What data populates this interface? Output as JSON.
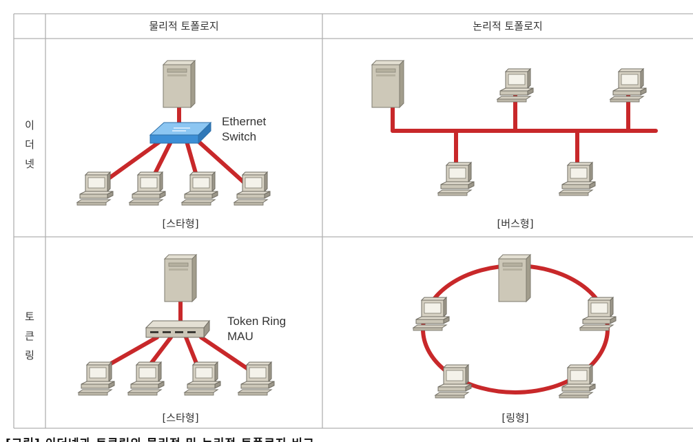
{
  "table": {
    "columns": [
      "물리적 토폴로지",
      "논리적 토폴로지"
    ],
    "rows": [
      {
        "label_chars": [
          "이",
          "더",
          "넷"
        ]
      },
      {
        "label_chars": [
          "토",
          "큰",
          "링"
        ]
      }
    ]
  },
  "cells": {
    "ethernet_physical": {
      "device_line1": "Ethernet",
      "device_line2": "Switch",
      "caption": "[스타형]"
    },
    "ethernet_logical": {
      "caption": "[버스형]"
    },
    "tokenring_physical": {
      "device_line1": "Token Ring",
      "device_line2": "MAU",
      "caption": "[스타형]"
    },
    "tokenring_logical": {
      "caption": "[링형]"
    }
  },
  "footer": {
    "text": "[그림] 이더넷과 토큰링의 물리적 및 논리적 토폴로지 비교"
  },
  "colors": {
    "cable": "#c8282a",
    "switch": "#4a9ee0",
    "server": "#c9c4b4",
    "border": "#b0b0b0"
  }
}
